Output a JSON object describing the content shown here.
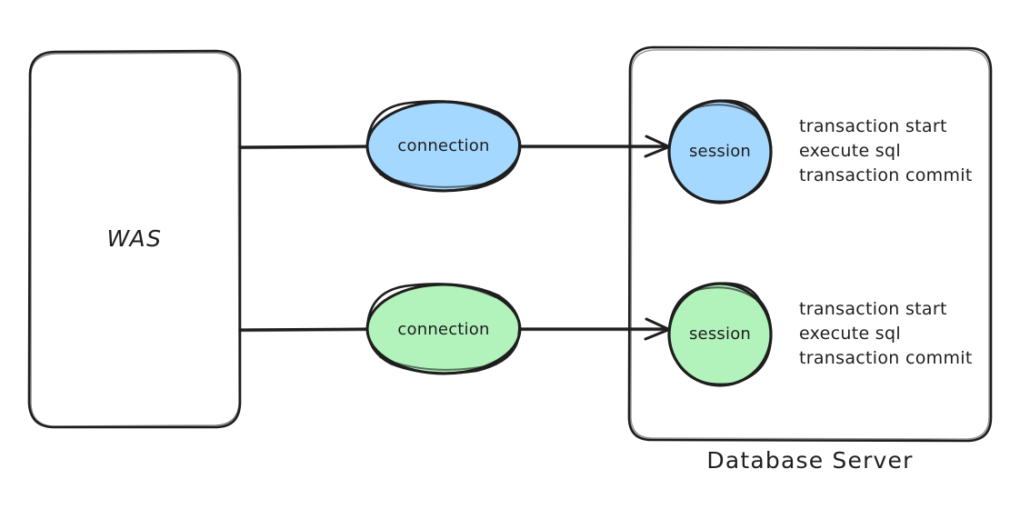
{
  "diagram": {
    "title_text": "Database Server",
    "background_color": "#ffffff",
    "stroke_color": "#1e1e1e",
    "text_color": "#1e1e1e",
    "nodes": {
      "was": {
        "label": "WAS",
        "shape": "rounded-rectangle",
        "fill": "#ffffff"
      },
      "db_server": {
        "label": "Database Server",
        "shape": "rounded-rectangle",
        "fill": "#ffffff"
      },
      "connection_top": {
        "label": "connection",
        "shape": "ellipse",
        "fill": "#a5d8ff"
      },
      "connection_bottom": {
        "label": "connection",
        "shape": "ellipse",
        "fill": "#b2f2bb"
      },
      "session_top": {
        "label": "session",
        "shape": "circle",
        "fill": "#a5d8ff"
      },
      "session_bottom": {
        "label": "session",
        "shape": "circle",
        "fill": "#b2f2bb"
      }
    },
    "operations_top": {
      "line1": "transaction start",
      "line2": "execute sql",
      "line3": "transaction commit"
    },
    "operations_bottom": {
      "line1": "transaction start",
      "line2": "execute sql",
      "line3": "transaction commit"
    }
  }
}
